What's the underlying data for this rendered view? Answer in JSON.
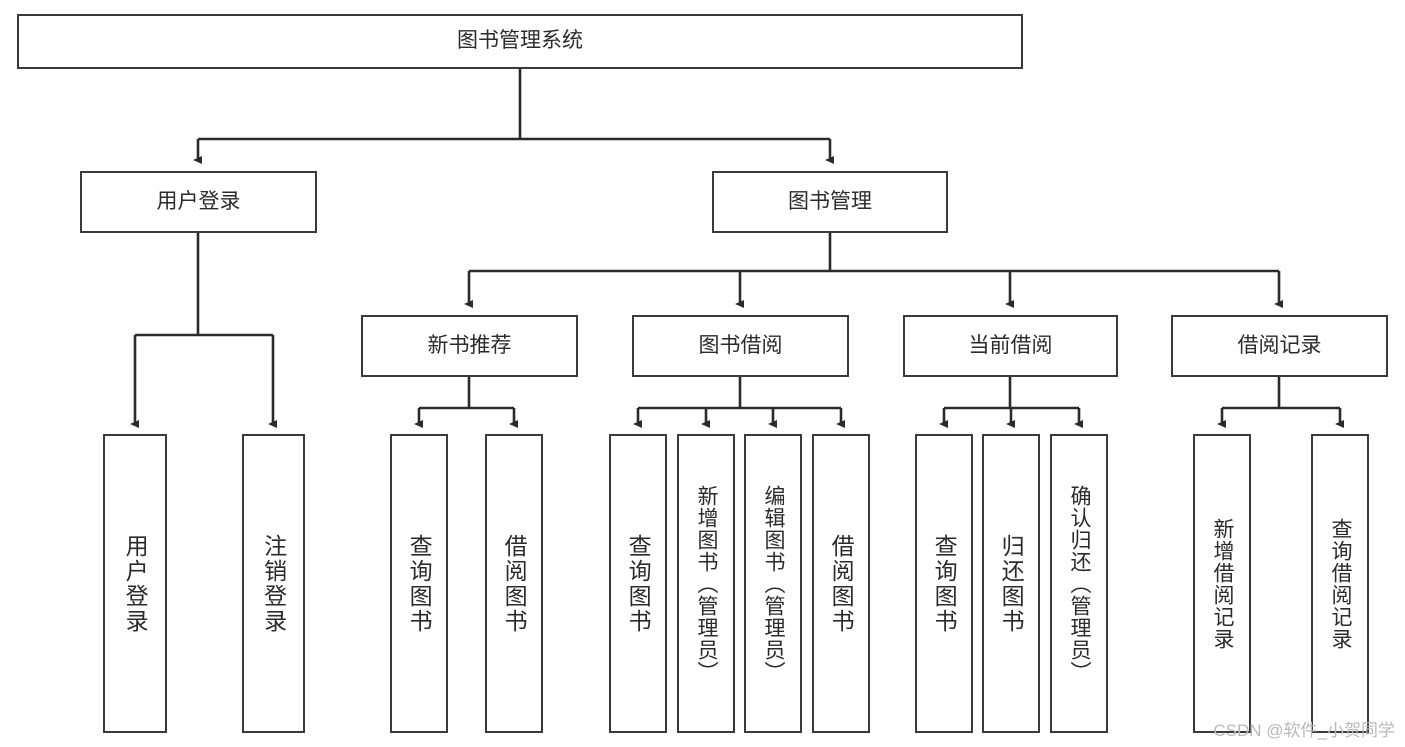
{
  "diagram": {
    "type": "tree",
    "title": "图书管理系统",
    "watermark": "CSDN @软件_小贺同学",
    "colors": {
      "box_border": "#3a3a3a",
      "box_fill": "#ffffff",
      "edge": "#2b2b2b",
      "text": "#2b2b2b",
      "watermark": "#b9b9b9"
    },
    "nodes": {
      "root": {
        "label": "图书管理系统",
        "orientation": "horizontal",
        "level": 0
      },
      "user_login": {
        "label": "用户登录",
        "orientation": "horizontal",
        "level": 1
      },
      "book_manage": {
        "label": "图书管理",
        "orientation": "horizontal",
        "level": 1
      },
      "new_book_rec": {
        "label": "新书推荐",
        "orientation": "horizontal",
        "level": 2
      },
      "book_borrow": {
        "label": "图书借阅",
        "orientation": "horizontal",
        "level": 2
      },
      "current_borrow": {
        "label": "当前借阅",
        "orientation": "horizontal",
        "level": 2
      },
      "borrow_record": {
        "label": "借阅记录",
        "orientation": "horizontal",
        "level": 2
      },
      "leaf_user_login": {
        "label": "用户登录",
        "orientation": "vertical",
        "level": 3
      },
      "leaf_user_logout": {
        "label": "注销登录",
        "orientation": "vertical",
        "level": 3
      },
      "leaf_rec_query": {
        "label": "查询图书",
        "orientation": "vertical",
        "level": 3
      },
      "leaf_rec_borrow": {
        "label": "借阅图书",
        "orientation": "vertical",
        "level": 3
      },
      "leaf_bb_query": {
        "label": "查询图书",
        "orientation": "vertical",
        "level": 3
      },
      "leaf_bb_add": {
        "label": "新增图书（管理员）",
        "orientation": "vertical",
        "level": 3
      },
      "leaf_bb_edit": {
        "label": "编辑图书（管理员）",
        "orientation": "vertical",
        "level": 3
      },
      "leaf_bb_borrow": {
        "label": "借阅图书",
        "orientation": "vertical",
        "level": 3
      },
      "leaf_cb_query": {
        "label": "查询图书",
        "orientation": "vertical",
        "level": 3
      },
      "leaf_cb_return": {
        "label": "归还图书",
        "orientation": "vertical",
        "level": 3
      },
      "leaf_cb_confirm": {
        "label": "确认归还（管理员）",
        "orientation": "vertical",
        "level": 3
      },
      "leaf_br_add": {
        "label": "新增借阅记录",
        "orientation": "vertical",
        "level": 3
      },
      "leaf_br_query": {
        "label": "查询借阅记录",
        "orientation": "vertical",
        "level": 3
      }
    },
    "edges": [
      {
        "from": "root",
        "to": "user_login"
      },
      {
        "from": "root",
        "to": "book_manage"
      },
      {
        "from": "user_login",
        "to": "leaf_user_login"
      },
      {
        "from": "user_login",
        "to": "leaf_user_logout"
      },
      {
        "from": "book_manage",
        "to": "new_book_rec"
      },
      {
        "from": "book_manage",
        "to": "book_borrow"
      },
      {
        "from": "book_manage",
        "to": "current_borrow"
      },
      {
        "from": "book_manage",
        "to": "borrow_record"
      },
      {
        "from": "new_book_rec",
        "to": "leaf_rec_query"
      },
      {
        "from": "new_book_rec",
        "to": "leaf_rec_borrow"
      },
      {
        "from": "book_borrow",
        "to": "leaf_bb_query"
      },
      {
        "from": "book_borrow",
        "to": "leaf_bb_add"
      },
      {
        "from": "book_borrow",
        "to": "leaf_bb_edit"
      },
      {
        "from": "book_borrow",
        "to": "leaf_bb_borrow"
      },
      {
        "from": "current_borrow",
        "to": "leaf_cb_query"
      },
      {
        "from": "current_borrow",
        "to": "leaf_cb_return"
      },
      {
        "from": "current_borrow",
        "to": "leaf_cb_confirm"
      },
      {
        "from": "borrow_record",
        "to": "leaf_br_add"
      },
      {
        "from": "borrow_record",
        "to": "leaf_br_query"
      }
    ]
  }
}
